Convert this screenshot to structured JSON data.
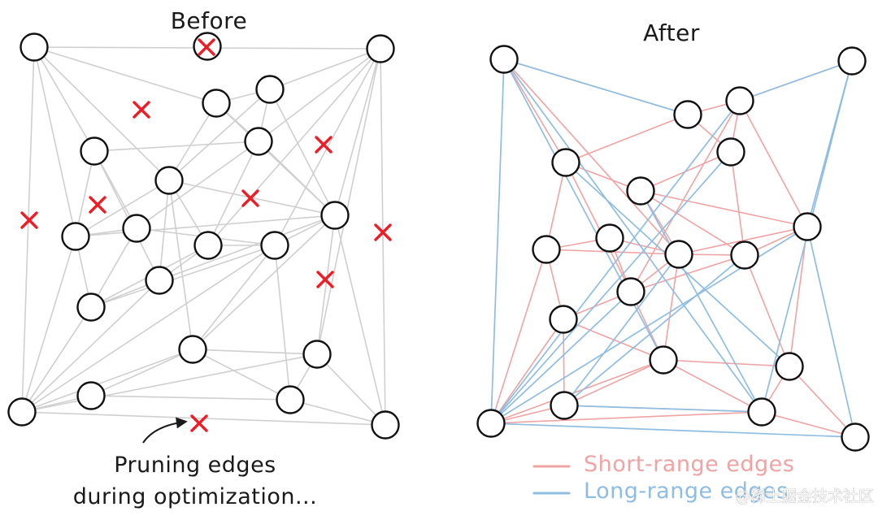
{
  "titles": {
    "before": "Before",
    "after": "After"
  },
  "caption": {
    "line1": "Pruning edges",
    "line2": "during optimization..."
  },
  "legend": {
    "short_label": "Short-range edges",
    "long_label": "Long-range edges"
  },
  "watermark": "@稀土掘金技术社区",
  "colors": {
    "before_edge": "#cfcfcf",
    "short_edge": "#f0a3a3",
    "long_edge": "#8fbde2",
    "prune_mark": "#ee1c25",
    "node_stroke": "#111111",
    "text": "#1a1a1a"
  },
  "icons": {
    "prune_mark": "red-x-icon",
    "node": "circle-node-icon",
    "caption_pointer": "curved-arrow-icon"
  }
}
